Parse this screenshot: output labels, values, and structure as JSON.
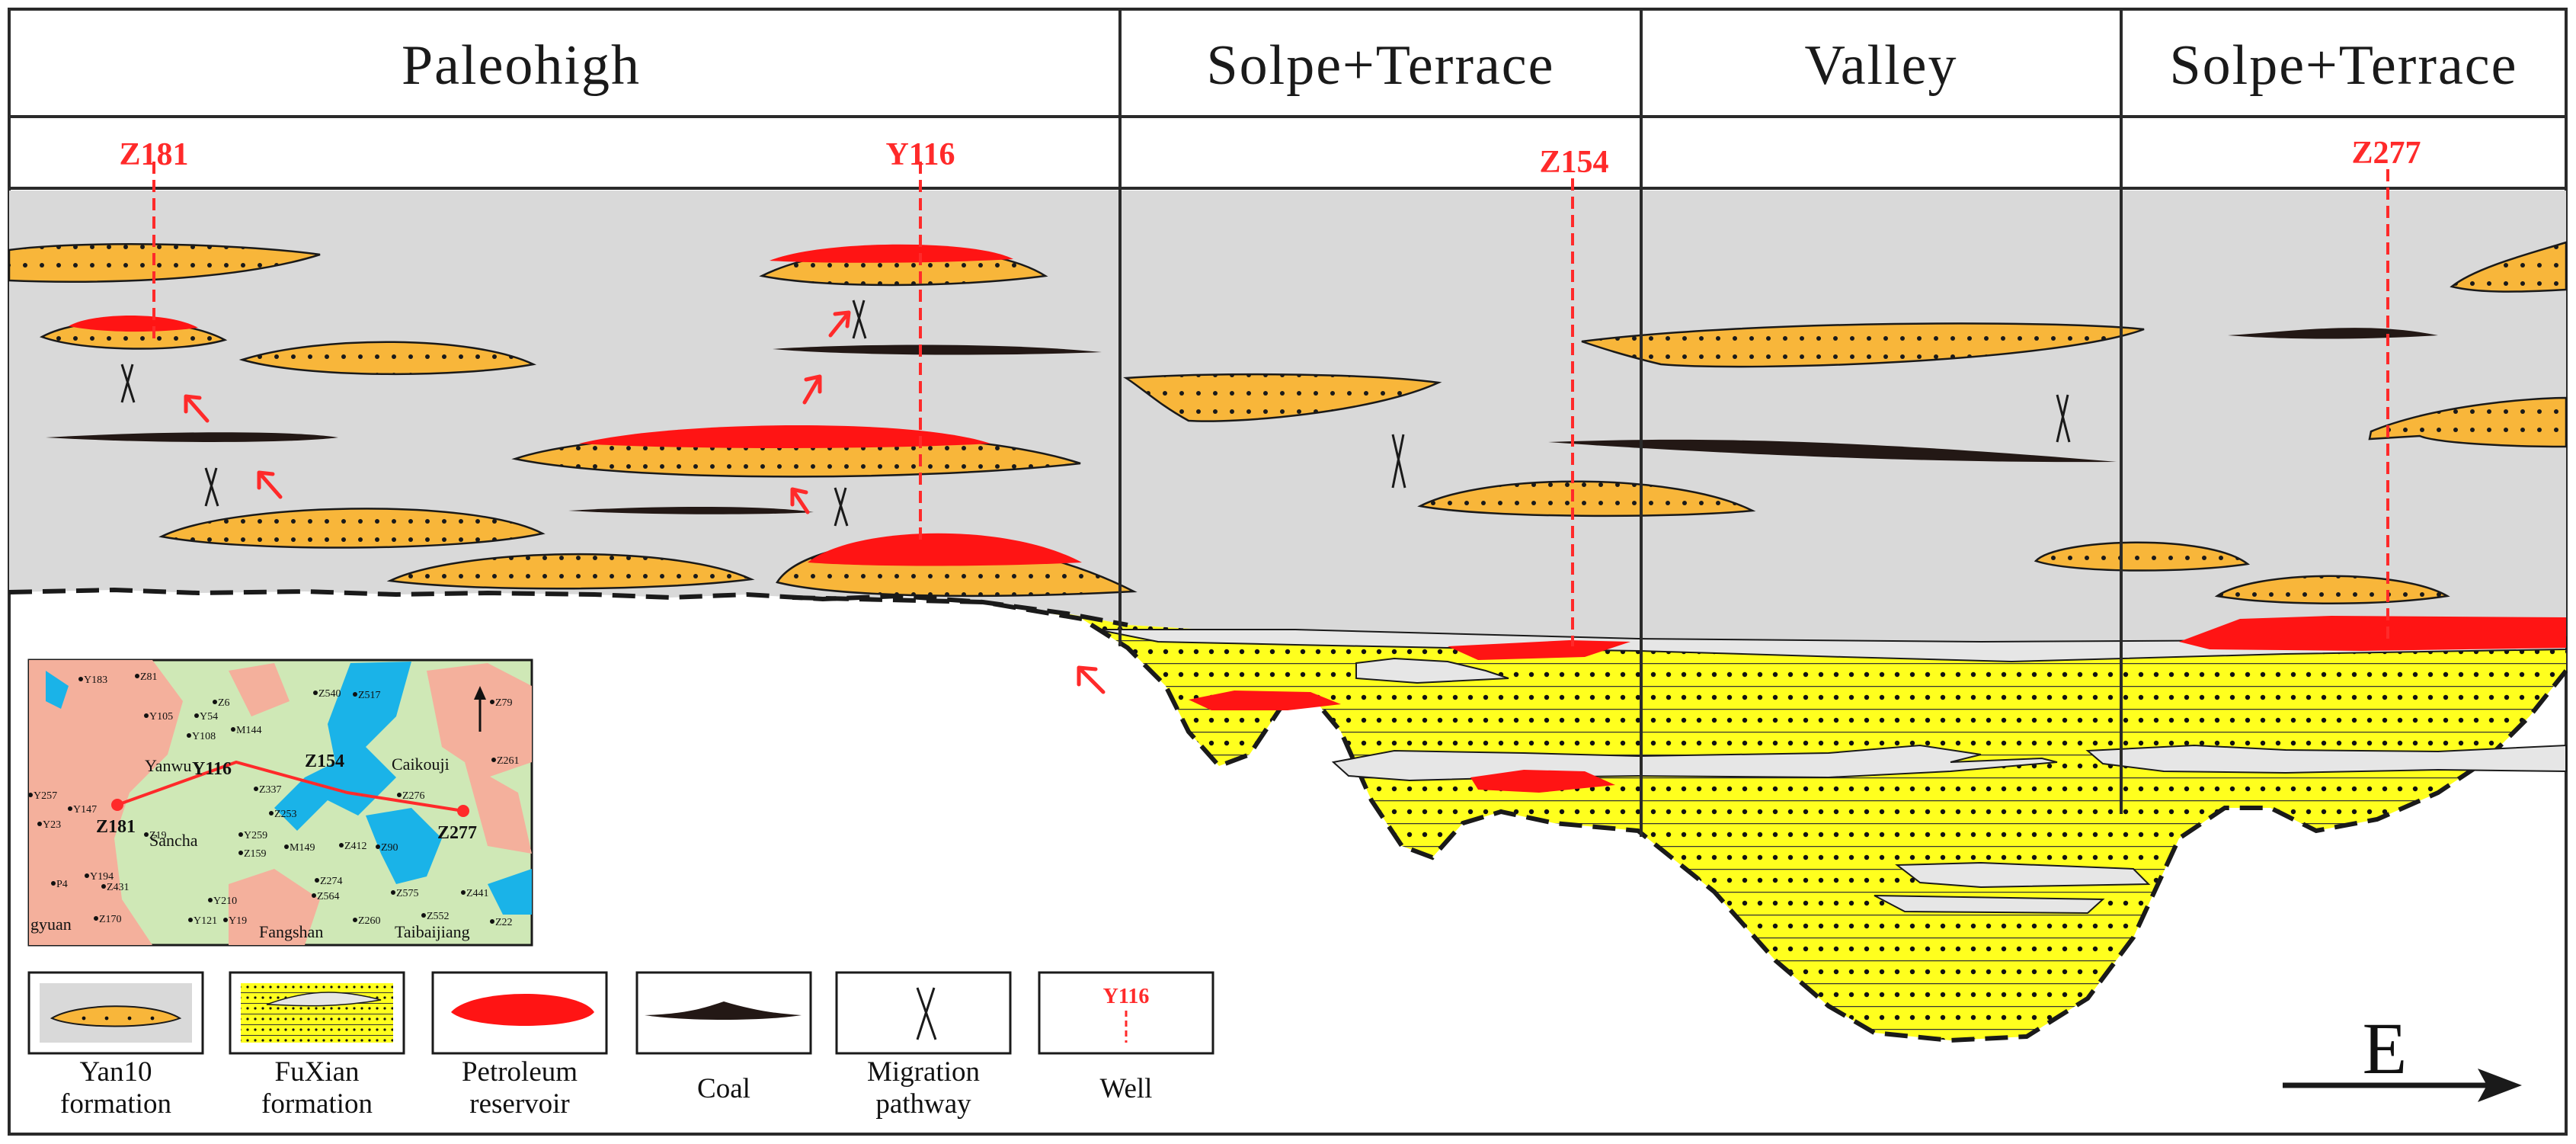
{
  "zones": [
    {
      "label": "Paleohigh"
    },
    {
      "label": "Solpe+Terrace"
    },
    {
      "label": "Valley"
    },
    {
      "label": "Solpe+Terrace"
    }
  ],
  "wells": [
    {
      "label": "Z181"
    },
    {
      "label": "Y116"
    },
    {
      "label": "Z154"
    },
    {
      "label": "Z277"
    }
  ],
  "map": {
    "towns": [
      "Yanwu",
      "Caikouji",
      "Sancha",
      "Fangshan",
      "Taibaijiang",
      "gyuan"
    ],
    "well_labels": [
      "Y116",
      "Z154",
      "Z181",
      "Z277"
    ],
    "minor_wells": [
      "Y183",
      "Z81",
      "Y105",
      "Y54",
      "Z6",
      "Y108",
      "Z19",
      "Y259",
      "M144",
      "Z337",
      "Z253",
      "Z159",
      "M149",
      "Z274",
      "Z412",
      "Z90",
      "Z575",
      "Z260",
      "Z552",
      "Y210",
      "Y19",
      "Y121",
      "Z441",
      "Z261",
      "Z79",
      "Z22",
      "Y194",
      "Z431",
      "Y257",
      "Y147",
      "Y23",
      "P4",
      "Z170",
      "Z564",
      "Z276",
      "Z517",
      "Z540"
    ]
  },
  "legend": [
    {
      "line1": "Yan10",
      "line2": "formation",
      "icon": "yan10-sand-lens-icon"
    },
    {
      "line1": "FuXian",
      "line2": "formation",
      "icon": "fuxian-fill-icon"
    },
    {
      "line1": "Petroleum",
      "line2": "reservoir",
      "icon": "reservoir-lens-icon"
    },
    {
      "line1": "Coal",
      "line2": "",
      "icon": "coal-seam-icon"
    },
    {
      "line1": "Migration",
      "line2": "pathway",
      "icon": "migration-cross-icon"
    },
    {
      "line1": "Well",
      "line2": "",
      "icon": "well-marker-icon",
      "sample": "Y116"
    }
  ],
  "direction": {
    "label": "E"
  },
  "colors": {
    "background_gray": "#d9d9d9",
    "sand_orange": "#f8b63a",
    "fuxian_yellow": "#ffff1e",
    "reservoir_red": "#ff1414",
    "coal_black": "#231815",
    "well_red": "#ff2a2a",
    "map_pink": "#f4b09c",
    "map_green": "#cfe8b6",
    "map_blue": "#1ab3e8"
  }
}
